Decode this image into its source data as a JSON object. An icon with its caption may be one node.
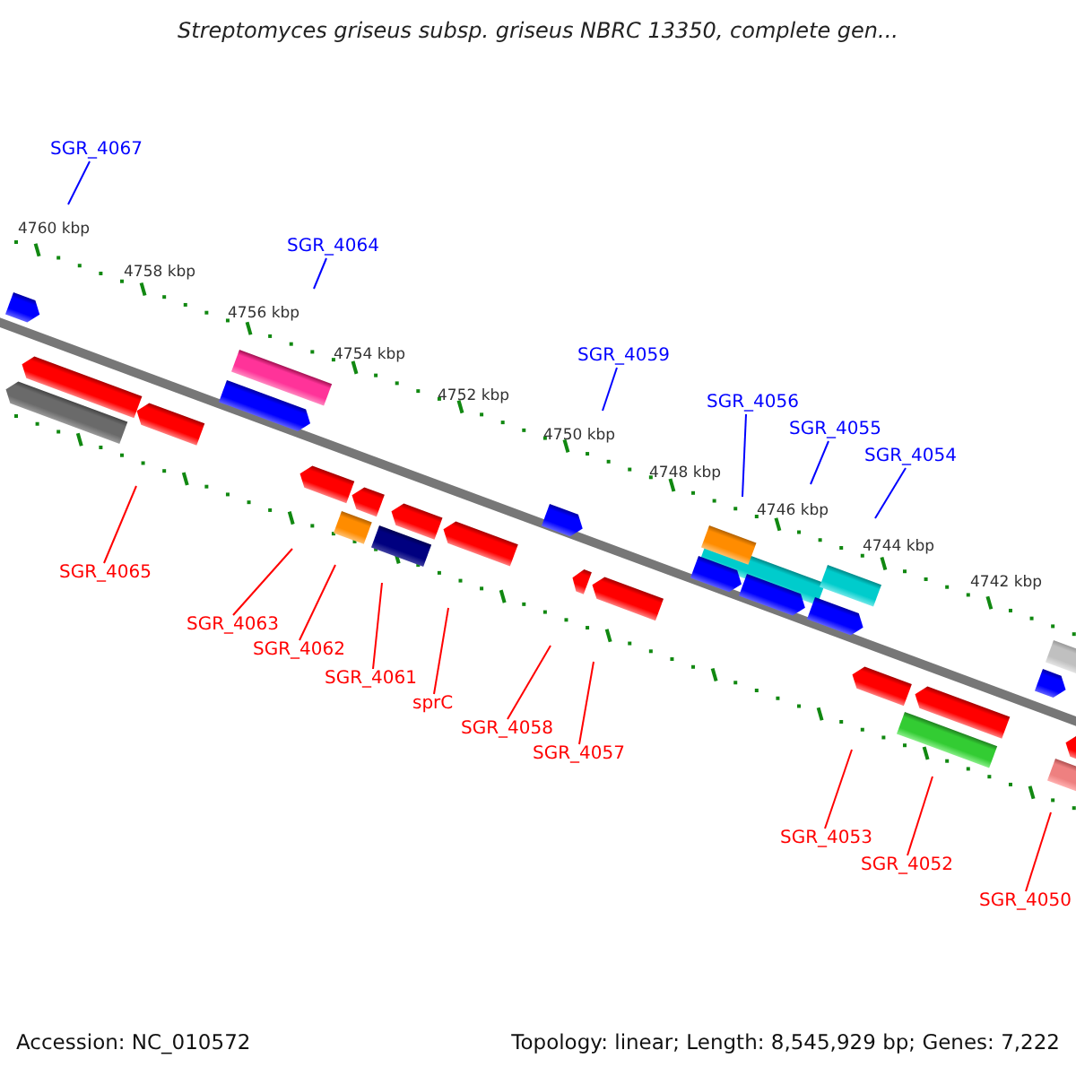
{
  "diagram": {
    "title": "Streptomyces griseus subsp. griseus NBRC 13350, complete gen...",
    "nodes": [
      {
        "text": [
          "SGR_4067"
        ]
      },
      {
        "text": [
          "SGR_4064"
        ]
      },
      {
        "text": [
          "SGR_4059"
        ]
      },
      {
        "text": [
          "SGR_4056"
        ]
      },
      {
        "text": [
          "SGR_4055"
        ]
      },
      {
        "text": [
          "SGR_4054"
        ]
      },
      {
        "text": [
          "SGR_4065"
        ]
      },
      {
        "text": [
          "SGR_4063"
        ]
      },
      {
        "text": [
          "SGR_4062"
        ]
      },
      {
        "text": [
          "SGR_4061"
        ]
      },
      {
        "text": [
          "sprC"
        ]
      },
      {
        "text": [
          "SGR_4058"
        ]
      },
      {
        "text": [
          "SGR_4057"
        ]
      },
      {
        "text": [
          "SGR_4053"
        ]
      },
      {
        "text": [
          "SGR_4052"
        ]
      },
      {
        "text": [
          "SGR_4050"
        ]
      }
    ],
    "edges": [
      {
        "from": 0,
        "to": null,
        "arrow": "none",
        "color": "#0000ff"
      },
      {
        "from": 1,
        "to": null,
        "arrow": "none",
        "color": "#0000ff"
      },
      {
        "from": 2,
        "to": null,
        "arrow": "none",
        "color": "#0000ff"
      },
      {
        "from": 3,
        "to": null,
        "arrow": "none",
        "color": "#0000ff"
      },
      {
        "from": 4,
        "to": null,
        "arrow": "none",
        "color": "#0000ff"
      },
      {
        "from": 5,
        "to": null,
        "arrow": "none",
        "color": "#0000ff"
      },
      {
        "from": 6,
        "to": null,
        "arrow": "none"
      },
      {
        "from": 7,
        "to": null,
        "arrow": "none"
      },
      {
        "from": 8,
        "to": null,
        "arrow": "none"
      },
      {
        "from": 9,
        "to": null,
        "arrow": "none"
      },
      {
        "from": 10,
        "to": null,
        "arrow": "none"
      },
      {
        "from": 11,
        "to": null,
        "arrow": "none"
      },
      {
        "from": 12,
        "to": null,
        "arrow": "none"
      },
      {
        "from": 13,
        "to": null,
        "arrow": "none"
      },
      {
        "from": 14,
        "to": null,
        "arrow": "none"
      },
      {
        "from": 15,
        "to": null,
        "arrow": "none"
      }
    ],
    "labels": [
      "4760 kbp",
      "4758 kbp",
      "4756 kbp",
      "4754 kbp",
      "4752 kbp",
      "4750 kbp",
      "4748 kbp",
      "4746 kbp",
      "4744 kbp",
      "4742 kbp",
      "Accession: NC_010572",
      "Topology: linear; Length: 8,545,929 bp; Genes: 7,222"
    ]
  }
}
